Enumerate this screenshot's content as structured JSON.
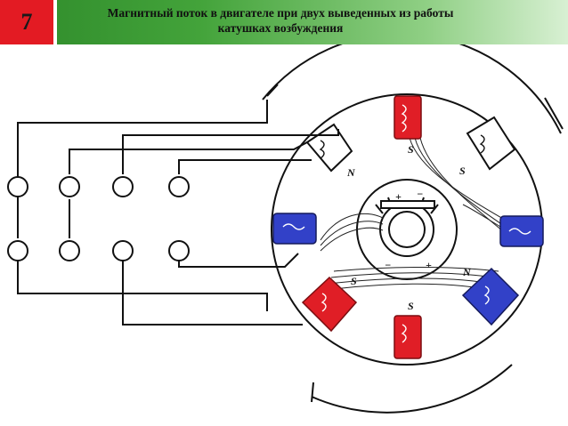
{
  "header": {
    "slide_number": "7",
    "title_line1": "Магнитный поток в двигателе при двух выведенных из работы",
    "title_line2": "катушках возбуждения"
  },
  "diagram": {
    "pole_labels": [
      "S",
      "S",
      "N",
      "S",
      "N",
      "S"
    ],
    "brush_labels": [
      "+",
      "−",
      "−",
      "+"
    ],
    "terminal_count": 8,
    "colors": {
      "red_pole": "#e01e26",
      "blue_pole": "#3241c8",
      "header_green": "#3c9a35",
      "badge_red": "#e31b23"
    }
  }
}
